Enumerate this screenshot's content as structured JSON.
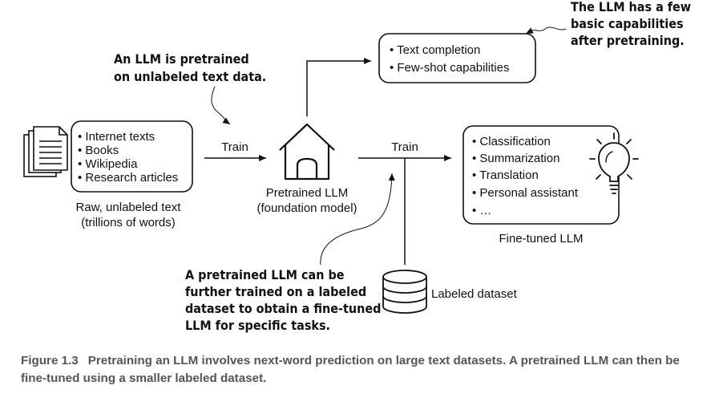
{
  "diagram": {
    "raw_data_items": [
      "• Internet texts",
      "• Books",
      "• Wikipedia",
      "• Research articles"
    ],
    "raw_label": [
      "Raw, unlabeled text",
      "(trillions of words)"
    ],
    "train_label_1": "Train",
    "train_label_2": "Train",
    "pretrained_label": [
      "Pretrained LLM",
      "(foundation model)"
    ],
    "capabilities_items": [
      "• Text completion",
      "• Few-shot capabilities"
    ],
    "finetuned_items": [
      "• Classification",
      "• Summarization",
      "• Translation",
      "• Personal assistant",
      "• …"
    ],
    "finetuned_label": "Fine-tuned LLM",
    "labeled_dataset_label": "Labeled dataset",
    "note_pretrain": [
      "An LLM is pretrained",
      "on unlabeled text data."
    ],
    "note_capabilities": [
      "The LLM has a few",
      "basic capabilities",
      "after pretraining."
    ],
    "note_finetune": [
      "A pretrained LLM can be",
      "further trained on a labeled",
      "dataset to obtain a fine-tuned",
      "LLM for specific tasks."
    ]
  },
  "caption": {
    "label": "Figure 1.3",
    "text": "Pretraining an LLM involves next-word prediction on large text datasets. A pretrained LLM can then be fine-tuned using a smaller labeled dataset."
  },
  "icons": [
    "document-icon",
    "house-icon",
    "lightbulb-icon",
    "database-icon"
  ],
  "colors": {
    "stroke": "#111111",
    "caption": "#555555"
  }
}
